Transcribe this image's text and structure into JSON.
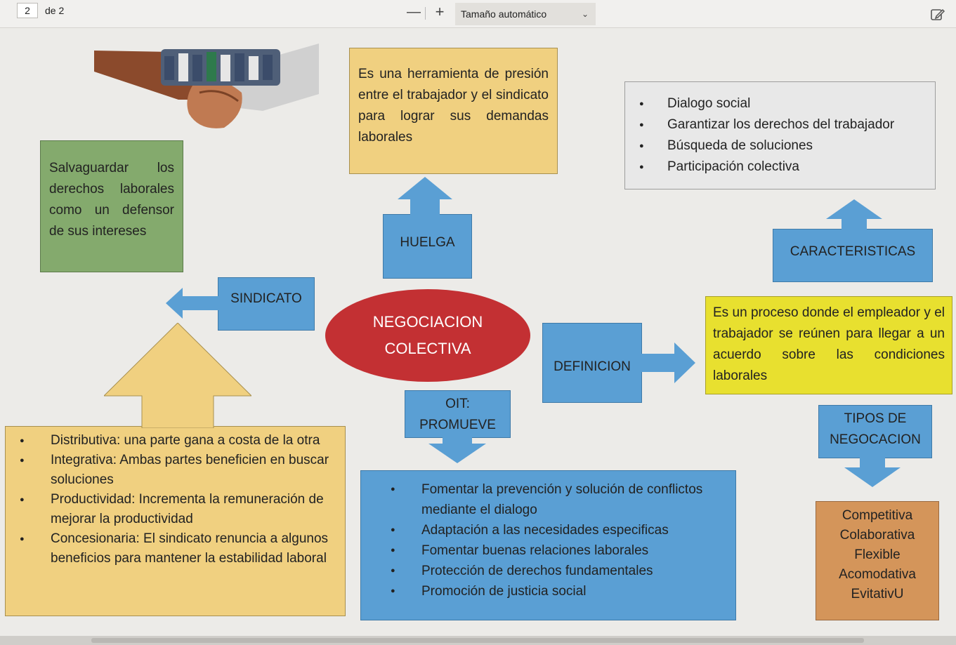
{
  "toolbar": {
    "page_current": "2",
    "page_total": "de 2",
    "zoom_out": "—",
    "zoom_in": "+",
    "zoom_label": "Tamaño automático"
  },
  "diagram": {
    "top_box": "Es una herramienta de presión entre el trabajador y el sindicato para lograr sus demandas laborales",
    "characteristics_items": [
      "Dialogo social",
      "Garantizar los derechos del trabajador",
      "Búsqueda de soluciones",
      "Participación colectiva"
    ],
    "sindicato_desc": "Salvaguardar los derechos laborales como un defensor de sus intereses",
    "huelga": "HUELGA",
    "caracteristicas": "CARACTERISTICAS",
    "sindicato": "SINDICATO",
    "center_line1": "NEGOCIACION",
    "center_line2": "COLECTIVA",
    "definicion": "DEFINICION",
    "definicion_desc": "Es un proceso donde el empleador y el trabajador se reúnen para llegar a un acuerdo sobre las condiciones laborales",
    "oit_line1": "OIT:",
    "oit_line2": "PROMUEVE",
    "tipos_line1": "TIPOS DE",
    "tipos_line2": "NEGOCACION",
    "tipos_items": [
      "Competitiva",
      "Colaborativa",
      "Flexible",
      "Acomodativa",
      "EvitativU"
    ],
    "types_items": [
      "Distributiva: una parte gana a costa de la otra",
      "Integrativa: Ambas partes beneficien en buscar soluciones",
      "Productividad: Incrementa la remuneración de mejorar la productividad",
      "Concesionaria: El sindicato renuncia a algunos beneficios para mantener la estabilidad laboral"
    ],
    "oit_items": [
      "Fomentar la prevención y solución de conflictos mediante el dialogo",
      "Adaptación a las necesidades especificas",
      "Fomentar buenas relaciones laborales",
      "Protección de derechos fundamentales",
      "Promoción de justicia social"
    ]
  },
  "colors": {
    "blue_box": "#5a9fd4",
    "yellow_box": "#f0d080",
    "green_box": "#84aa6d",
    "red_ellipse": "#c33033",
    "bright_yellow": "#e8e02f",
    "orange_box": "#d4955a",
    "grey_box": "#e8e8e8"
  }
}
